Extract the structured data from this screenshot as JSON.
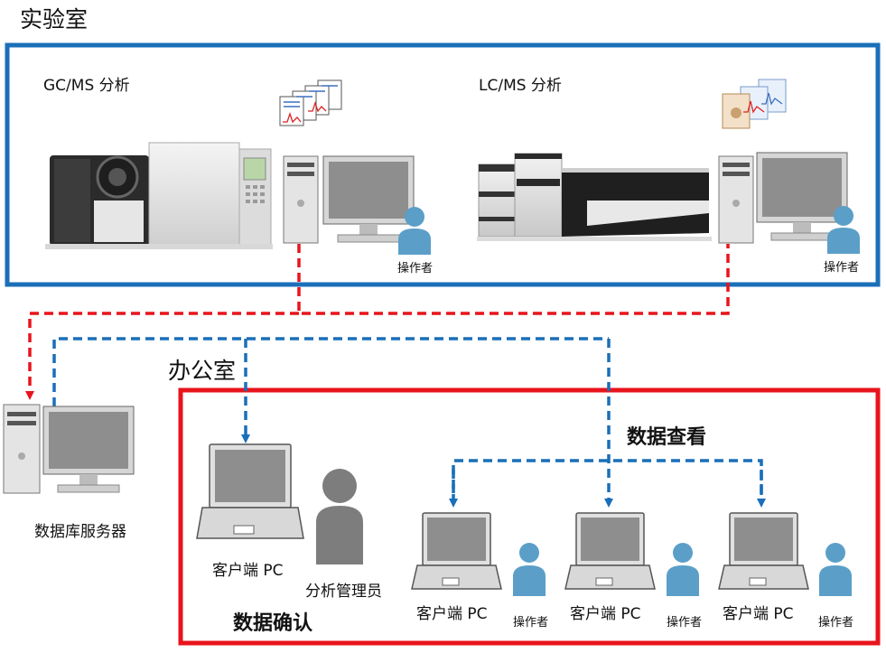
{
  "lab": {
    "title": "实验室",
    "gcms_label": "GC/MS 分析",
    "lcms_label": "LC/MS 分析",
    "operator_1": "操作者",
    "operator_2": "操作者"
  },
  "server": {
    "label": "数据库服务器"
  },
  "office": {
    "title": "办公室",
    "client_pc_main": "客户端 PC",
    "manager": "分析管理员",
    "data_confirm": "数据确认",
    "data_view": "数据查看",
    "clients": [
      {
        "pc": "客户端 PC",
        "operator": "操作者"
      },
      {
        "pc": "客户端 PC",
        "operator": "操作者"
      },
      {
        "pc": "客户端 PC",
        "operator": "操作者"
      }
    ]
  },
  "colors": {
    "lab_border": "#1a6fb8",
    "office_border": "#e8141c",
    "upload_line": "#e8141c",
    "view_line": "#1a6fb8",
    "person_blue": "#5b9fc8",
    "person_gray": "#7d7d7d"
  }
}
